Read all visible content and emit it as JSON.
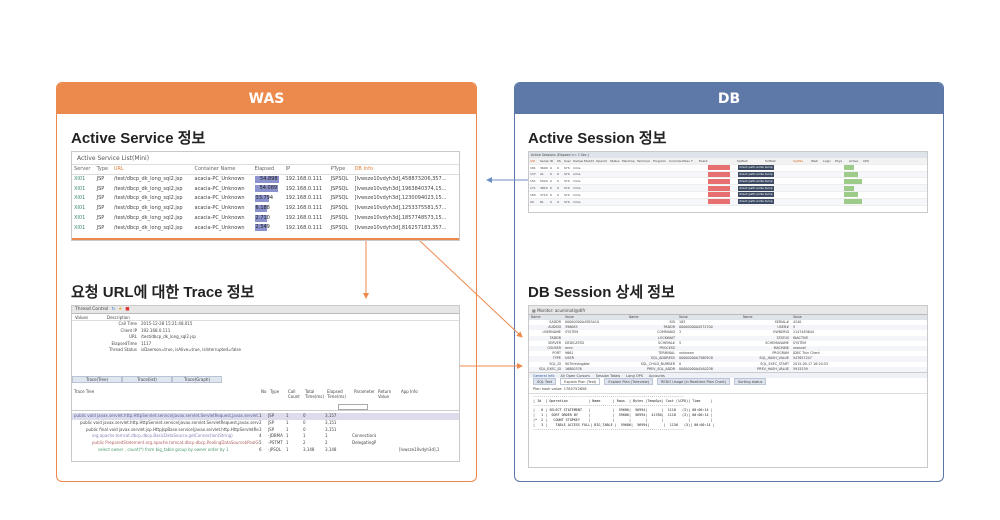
{
  "was": {
    "header": "WAS",
    "active_service_title": "Active Service 정보",
    "trace_title": "요청 URL에 대한 Trace 정보",
    "active_service_list": {
      "title": "Active Service List(Mini)",
      "columns": [
        "Server",
        "Type",
        "URL",
        "Container Name",
        "Elapsed",
        "IP",
        "PType",
        "DB Info"
      ],
      "rows": [
        [
          "XI01",
          "JSP",
          "/test/dbcp_dk_long_sql2.jsp",
          "acacia-PC_Unknown",
          "54.898",
          "192.168.0.111",
          "JSPSQL",
          "[Ivwsze10vdyh3d],458873206,357..."
        ],
        [
          "XI01",
          "JSP",
          "/test/dbcp_dk_long_sql2.jsp",
          "acacia-PC_Unknown",
          "54.089",
          "192.168.0.111",
          "JSPSQL",
          "[Ivwsze10vdyh3d],1963840374,15..."
        ],
        [
          "XI01",
          "JSP",
          "/test/dbcp_dk_long_sql2.jsp",
          "acacia-PC_Unknown",
          "33.794",
          "192.168.0.111",
          "JSPSQL",
          "[Ivwsze10vdyh3d],1230094023,15..."
        ],
        [
          "XI01",
          "JSP",
          "/test/dbcp_dk_long_sql2.jsp",
          "acacia-PC_Unknown",
          "6.188",
          "192.168.0.111",
          "JSPSQL",
          "[Ivwsze10vdyh3d],1253375581,57..."
        ],
        [
          "XI01",
          "JSP",
          "/test/dbcp_dk_long_sql2.jsp",
          "acacia-PC_Unknown",
          "2.710",
          "192.168.0.111",
          "JSPSQL",
          "[Ivwsze10vdyh3d],1857748573,15..."
        ],
        [
          "XI01",
          "JSP",
          "/test/dbcp_dk_long_sql2.jsp",
          "acacia-PC_Unknown",
          "2.549",
          "192.168.0.111",
          "JSPSQL",
          "[Ivwsze10vdyh3d],816257183,357..."
        ]
      ],
      "elapsed_fraction": [
        1.0,
        0.98,
        0.62,
        0.12,
        0.06,
        0.05
      ]
    },
    "trace": {
      "window_title": "Thread Control",
      "kv_header": [
        "Values",
        "Description"
      ],
      "kv": [
        [
          "Call Time",
          "2015-12-28 15:21:48.015"
        ],
        [
          "Client IP",
          "192.168.0.111"
        ],
        [
          "URL",
          "/test/dbcp_dk_long_sql2.jsp"
        ],
        [
          "ElapsedTime",
          "1117"
        ],
        [
          "Thread Status",
          "isDaemon=true, isAlive=true, isInterrupted=false"
        ]
      ],
      "tabs": [
        "Trace(Tree)",
        "Trace(list)",
        "Trace(Graph)"
      ],
      "columns": [
        "Trace Tree",
        "No",
        "Type",
        "Call Count",
        "Total Time(ms)",
        "Elapsed Time(ms)",
        "Parameter",
        "Return Value",
        "App Info"
      ],
      "rows": [
        [
          "public void javax.servlet.http.HttpServlet.service(javax.servlet.ServletRequest,javax.servlet.Servle",
          "1",
          "JSP",
          "1",
          "0",
          "3,157",
          "",
          "",
          ""
        ],
        [
          "public void javax.servlet.http.HttpServlet.service(javax.servlet.ServletRequest,javax.servlet.Se",
          "2",
          "JSP",
          "1",
          "0",
          "3,151",
          "",
          "",
          ""
        ],
        [
          "public final void javax.servlet.jsp.HttpJspBase.service(javax.servlet.http.HttpServletRe",
          "3",
          "JSP",
          "1",
          "0",
          "3,151",
          "",
          "",
          ""
        ],
        [
          "org.apache.tomcat.dbcp.dbcp.BasicDataSource.getConnection(String)",
          "4",
          "-JDBMA",
          "1",
          "1",
          "1",
          "ConnectionWra",
          "",
          ""
        ],
        [
          "public PreparedStatement org.apache.tomcat.dbcp.dbcp.PoolingDataSource$PoolGu",
          "5",
          "-PSTMT",
          "1",
          "2",
          "2",
          "DelegatingPrep",
          "",
          ""
        ],
        [
          "select owner , count(*) from big_table group by owner order by 1",
          "6",
          "-JPSQL",
          "1",
          "3,148",
          "3,148",
          "",
          "",
          "[Ivwsze10vdyh3d],1"
        ]
      ]
    }
  },
  "db": {
    "header": "DB",
    "active_session_title": "Active Session 정보",
    "session_detail_title": "DB Session 상세 정보",
    "active_session": {
      "title": "Active Sessions (Elapsed >= 1 Sec.)",
      "columns": [
        "SID",
        "Serial",
        "ID",
        "SS",
        "User",
        "OsUser",
        "Mod/Id",
        "OpenId",
        "Status",
        "Machine",
        "Terminal",
        "Program",
        "CommandSaved",
        "T",
        "Event",
        "SqlText",
        "SidText",
        "SqlIdle",
        "Wait",
        "Logic",
        "Phys",
        "Active",
        "CPU"
      ],
      "rows": [
        [
          "181",
          "3600",
          "0",
          "0",
          "SYS",
          "mms"
        ],
        [
          "137",
          "21",
          "0",
          "0",
          "SYS",
          "mms"
        ],
        [
          "151",
          "5024",
          "0",
          "0",
          "SYS",
          "mms"
        ],
        [
          "171",
          "3810",
          "0",
          "0",
          "SYS",
          "mms"
        ],
        [
          "165",
          "3710",
          "0",
          "0",
          "SYS",
          "mms"
        ],
        [
          "20",
          "81",
          "0",
          "0",
          "SYS",
          "mms"
        ]
      ],
      "event_label": "direct path write temp"
    },
    "session_detail": {
      "window_title": "Monitor: acuminati@dlfr",
      "hdr": [
        "Name",
        "Value",
        "Name",
        "Value",
        "Name",
        "Value"
      ],
      "lines": [
        [
          "SADDR",
          "00000000A45B3A10",
          "SID",
          "183",
          "SERIAL#",
          "4240"
        ],
        [
          "AUDSID",
          "396083",
          "PADDR",
          "00000000A4572700",
          "USER#",
          "5"
        ],
        [
          "USERNAME",
          "SYSTEM",
          "COMMAND",
          "3",
          "OWNERID",
          "2147483644"
        ],
        [
          "TADDR",
          "",
          "LOCKWAIT",
          "",
          "STATUS",
          "INACTIVE"
        ],
        [
          "SERVER",
          "DEDICATED",
          "SCHEMA#",
          "5",
          "SCHEMANAME",
          "SYSTEM"
        ],
        [
          "OSUSER",
          "rmm",
          "PROCESS",
          "",
          "MACHINE",
          "xnenzel"
        ],
        [
          "PORT",
          "9661",
          "TERMINAL",
          "unknown",
          "PROGRAM",
          "JDBC Thin Client"
        ],
        [
          "TYPE",
          "USER",
          "SQL_ADDRESS",
          "00000000A758E9C8",
          "SQL_HASH_VALUE",
          "547657247"
        ],
        [
          "SQL_ID",
          "907hfzvtqgbfw",
          "SQL_CHILD_NUMBER",
          "0",
          "SQL_EXEC_START",
          "2015-09-17 16:20:53"
        ],
        [
          "SQL_EXEC_ID",
          "16800376",
          "PREV_SQL_ADDR",
          "00000000A45A0238",
          "PREV_HASH_VALUE",
          "5915239"
        ]
      ],
      "tabs": [
        "General Info",
        "All Open Cursors",
        "Session Totals",
        "Long OPS",
        "Accounts"
      ],
      "subtabs": [
        "SQL Text",
        "Explain Plan (Text)",
        "Explain Plan (Treeview)",
        "REDO Usage (in Realtime Plan Chart)",
        "Sorting status"
      ],
      "plan_value": "Plan hash value: 1765752658",
      "plan": [
        "--------------------------------------------------------------------------",
        "| Id  | Operation          | Name      | Rows  | Bytes |TempSpc| Cost (%CPU)| Time     |",
        "--------------------------------------------------------------------------",
        "|   0 | SELECT STATEMENT   |           |  59686|  56994|       |  1118   (3)| 00:00:14 |",
        "|   1 |  SORT ORDER BY     |           |  59686|  56994|  41780|  1118   (3)| 00:00:14 |",
        "|*  2 |   COUNT STOPKEY    |           |       |       |       |            |          |",
        "|   3 |    TABLE ACCESS FULL| BIG_TABLE |  59686|  56994|       |  1150   (5)| 00:00:14 |",
        "--------------------------------------------------------------------------"
      ]
    }
  }
}
